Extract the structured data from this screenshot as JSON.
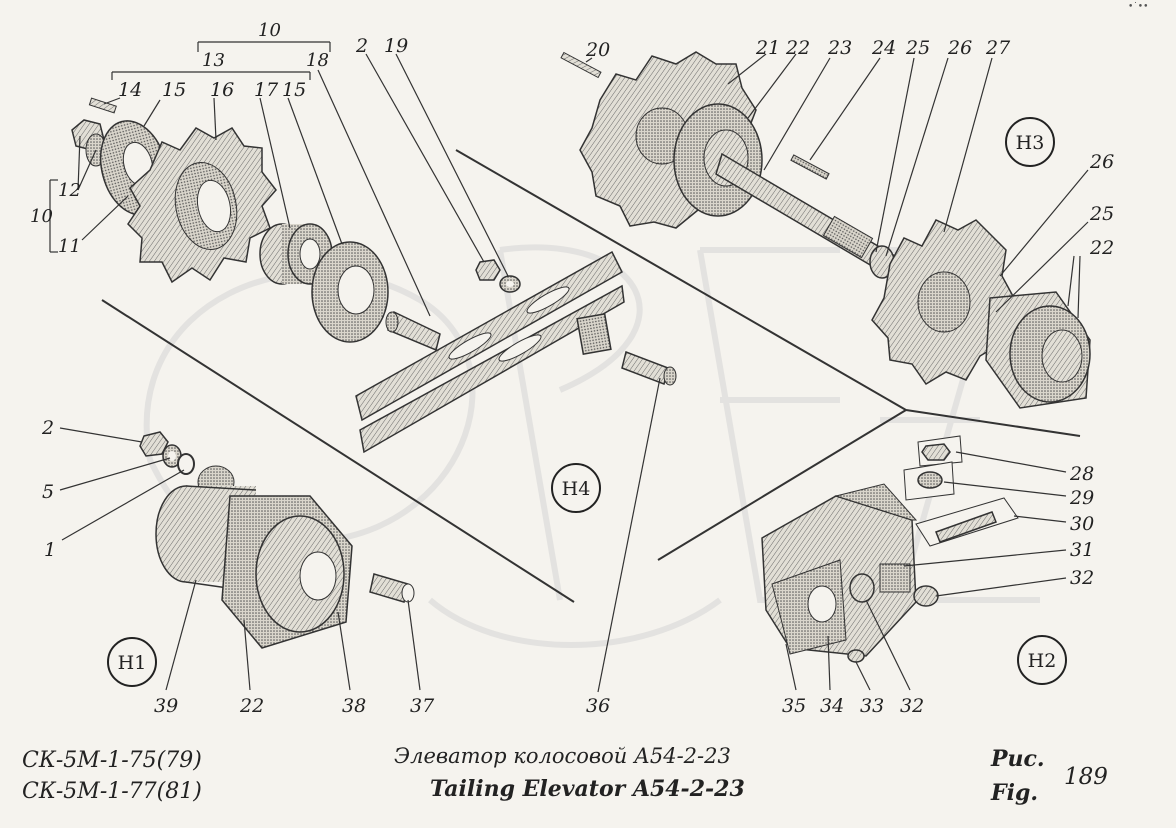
{
  "footer": {
    "model_line_1": "СК-5М-1-75(79)",
    "model_line_2": "СК-5М-1-77(81)",
    "title_ru": "Элеватор колосовой А54-2-23",
    "title_en": "Tailing Elevator A54-2-23",
    "fig_ru": "Рис.",
    "fig_en": "Fig.",
    "fig_number": "189"
  },
  "corner_mark": "•˙••",
  "views": [
    "Н1",
    "Н2",
    "Н3",
    "Н4"
  ],
  "group_labels": {
    "g10_top": "10",
    "g13": "13",
    "g18": "18",
    "g10_left": "10",
    "g12": "12",
    "g11": "11"
  },
  "callouts": {
    "c14": "14",
    "c15a": "15",
    "c16": "16",
    "c17": "17",
    "c15b": "15",
    "c2a": "2",
    "c19": "19",
    "c20": "20",
    "c21": "21",
    "c22a": "22",
    "c23": "23",
    "c24": "24",
    "c25a": "25",
    "c26a": "26",
    "c27": "27",
    "c26b": "26",
    "c25b": "25",
    "c22b": "22",
    "c2b": "2",
    "c5": "5",
    "c1": "1",
    "c39": "39",
    "c22c": "22",
    "c38": "38",
    "c37": "37",
    "c36": "36",
    "c28": "28",
    "c29": "29",
    "c30": "30",
    "c31": "31",
    "c32a": "32",
    "c35": "35",
    "c34": "34",
    "c33": "33",
    "c32b": "32"
  }
}
